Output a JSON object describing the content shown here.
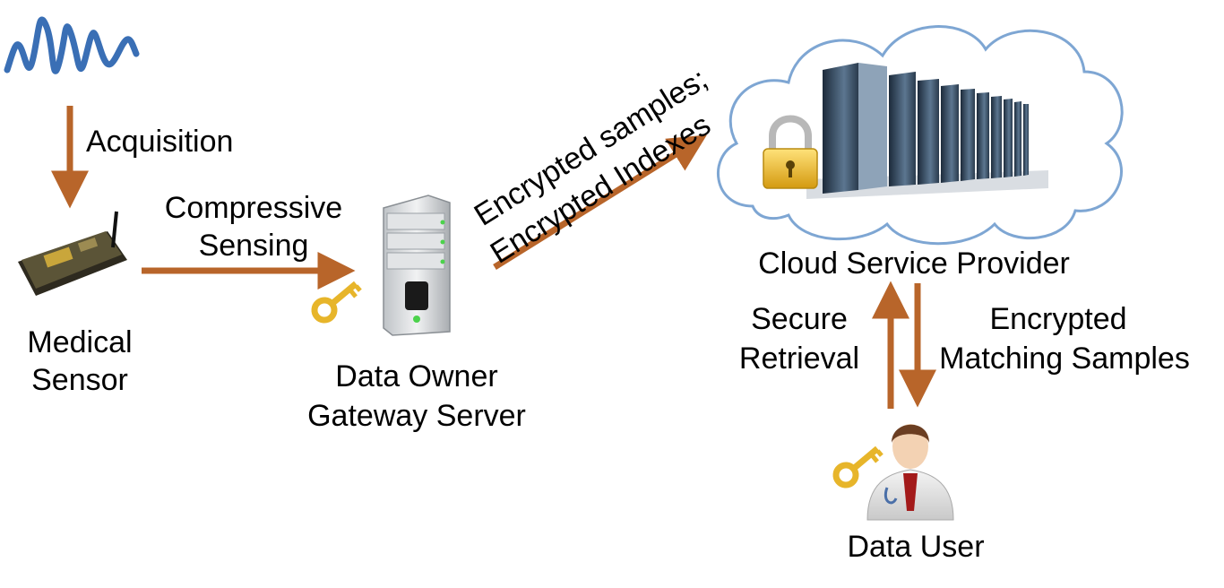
{
  "labels": {
    "acquisition": "Acquisition",
    "compressive_1": "Compressive",
    "compressive_2": "Sensing",
    "medical_1": "Medical",
    "medical_2": "Sensor",
    "owner_1": "Data Owner",
    "owner_2": "Gateway Server",
    "encrypted_1": "Encrypted samples;",
    "encrypted_2": "Encrypted Indexes",
    "cloud": "Cloud Service Provider",
    "secure_1": "Secure",
    "secure_2": "Retrieval",
    "matching_1": "Encrypted",
    "matching_2": "Matching Samples",
    "user": "Data User"
  },
  "colors": {
    "arrow": "#b8652a",
    "signal": "#3a6fb5",
    "cloud_stroke": "#7ea6d3",
    "key": "#e7b52a",
    "lock": "#e6b422"
  },
  "icons": [
    "signal-wave-icon",
    "sensor-board-icon",
    "server-tower-icon",
    "key-icon",
    "cloud-icon",
    "server-rack-icon",
    "padlock-icon",
    "doctor-avatar-icon"
  ]
}
